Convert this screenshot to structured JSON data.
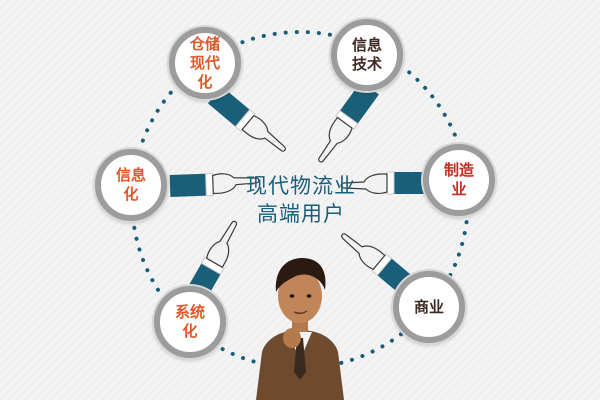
{
  "center": {
    "line1": "现代物流业",
    "line2": "高端用户"
  },
  "nodes": [
    {
      "key": "warehouse",
      "label": "仓储现代化",
      "color": "#e0582a"
    },
    {
      "key": "infotech",
      "label": "信息技术",
      "color": "#3e2a22"
    },
    {
      "key": "manufacturing",
      "label": "制造业",
      "color": "#c72c23"
    },
    {
      "key": "commerce",
      "label": "商业",
      "color": "#3e2a22"
    },
    {
      "key": "systemization",
      "label": "系统化",
      "color": "#e0582a"
    },
    {
      "key": "informatization",
      "label": "信息化",
      "color": "#e0582a"
    }
  ],
  "colors": {
    "ring": "#1a5f7a",
    "sleeve": "#1a5f7a",
    "node_border": "#9c9c9c",
    "suit": "#6e4a2e"
  }
}
